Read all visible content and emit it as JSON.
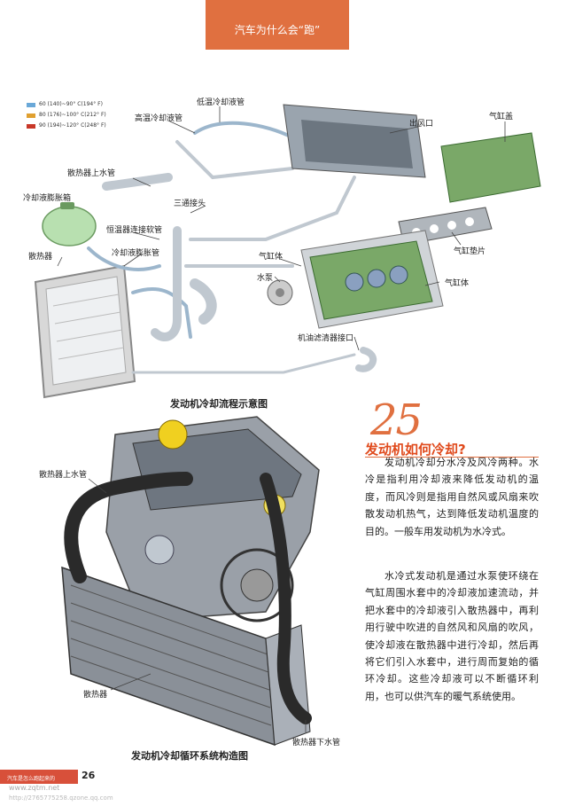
{
  "header": {
    "title": "汽车为什么会“跑”"
  },
  "legend": [
    {
      "label": "60 (140)~90° C(194° F)",
      "color": "#6aa8d8"
    },
    {
      "label": "80 (176)~100° C(212° F)",
      "color": "#e0a030"
    },
    {
      "label": "90 (194)~120° C(248° F)",
      "color": "#c83828"
    }
  ],
  "diagram1": {
    "labels": {
      "low_temp_pipe": "低温冷却液管",
      "high_temp_pipe": "高温冷却液管",
      "outlet": "出风口",
      "cylinder_head": "气缸盖",
      "radiator_upper_pipe": "散热器上水管",
      "expansion_tank": "冷却液膨胀箱",
      "three_way": "三通接头",
      "thermostat_hose": "恒温器连接软管",
      "expansion_pipe": "冷却液膨胀管",
      "head_gasket": "气缸垫片",
      "radiator": "散热器",
      "cylinder_block_left": "气缸体",
      "water_pump": "水泵",
      "cylinder_block_right": "气缸体",
      "oil_filter_port": "机油滤清器接口"
    },
    "caption": "发动机冷却流程示意图"
  },
  "section": {
    "number": "25",
    "title": "发动机如何冷却?",
    "paragraphs": [
      "发动机冷却分水冷及风冷两种。水冷是指利用冷却液来降低发动机的温度，而风冷则是指用自然风或风扇来吹散发动机热气，达到降低发动机温度的目的。一般车用发动机为水冷式。",
      "水冷式发动机是通过水泵使环绕在气缸周围水套中的冷却液加速流动，并把水套中的冷却液引入散热器中，再利用行驶中吹进的自然风和风扇的吹风，使冷却液在散热器中进行冷却，然后再将它们引入水套中，进行周而复始的循环冷却。这些冷却液可以不断循环利用，也可以供汽车的暖气系统使用。"
    ]
  },
  "diagram2": {
    "labels": {
      "upper_pipe": "散热器上水管",
      "radiator": "散热器",
      "lower_pipe": "散热器下水管"
    },
    "caption": "发动机冷却循环系统构造图"
  },
  "footer": {
    "bar_text": "汽车是怎么跑起来的",
    "page_number": "26",
    "watermark1": "www.zqtm.net",
    "watermark2": "http://2765775258.qzone.qq.com"
  }
}
